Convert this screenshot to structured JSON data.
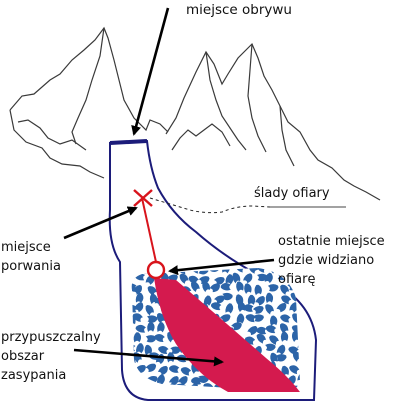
{
  "labels": {
    "release_point": "miejsce obrywu",
    "victim_tracks": "ślady ofiary",
    "capture_point": [
      "miejsce",
      "porwania"
    ],
    "last_seen": [
      "ostatnie miejsce",
      "gdzie widziano",
      "ofiarę"
    ],
    "burial_area": [
      "przypuszczalny",
      "obszar",
      "zasypania"
    ]
  },
  "colors": {
    "mountain_lines": "#3a3a3a",
    "avalanche_outline": "#1c1c7a",
    "victim_path": "#d8141c",
    "deposit_fill": "#d41a4e",
    "debris_blue": "#2c64a8",
    "arrow": "#000000",
    "tracks": "#222222"
  }
}
